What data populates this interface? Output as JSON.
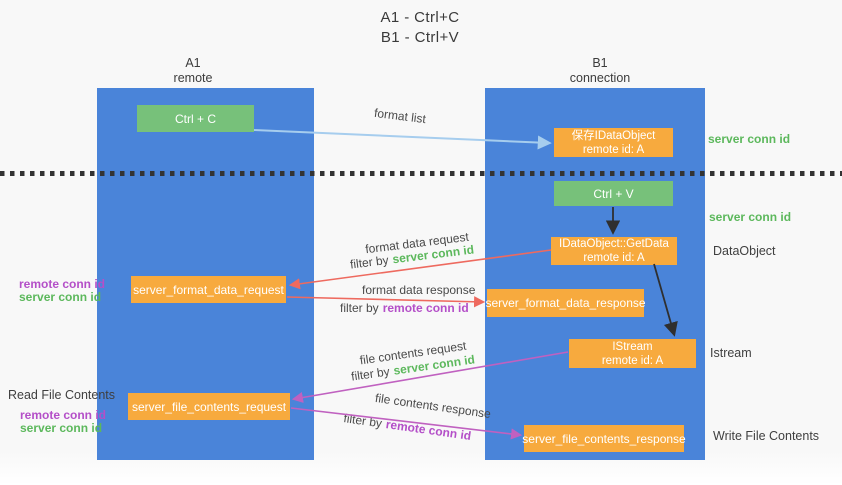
{
  "title": {
    "line1": "A1 - Ctrl+C",
    "line2": "B1 - Ctrl+V"
  },
  "lanes": {
    "a1": {
      "name": "A1",
      "role": "remote"
    },
    "b1": {
      "name": "B1",
      "role": "connection"
    }
  },
  "boxes": {
    "ctrl_c": {
      "label": "Ctrl + C"
    },
    "save_idataobject": {
      "line1": "保存IDataObject",
      "line2": "remote id: A"
    },
    "ctrl_v": {
      "label": "Ctrl + V"
    },
    "idataobject_getdata": {
      "line1": "IDataObject::GetData",
      "line2": "remote id: A"
    },
    "server_format_data_request": {
      "label": "server_format_data_request"
    },
    "server_format_data_response": {
      "label": "server_format_data_response"
    },
    "istream": {
      "line1": "IStream",
      "line2": "remote id: A"
    },
    "server_file_contents_request": {
      "label": "server_file_contents_request"
    },
    "server_file_contents_response": {
      "label": "server_file_contents_response"
    }
  },
  "side_labels": {
    "right": {
      "server_conn_id_top": "server conn id",
      "server_conn_id_mid": "server conn id",
      "dataobject": "DataObject",
      "istream": "Istream",
      "write_file_contents": "Write File Contents"
    },
    "left": {
      "remote_conn_id_top": "remote conn id",
      "server_conn_id_top": "server conn id",
      "read_file_contents": "Read File Contents",
      "remote_conn_id_bottom": "remote conn id",
      "server_conn_id_bottom": "server conn id"
    }
  },
  "flow": {
    "format_list": "format list",
    "format_data_request": "format data request",
    "format_data_request_filter": {
      "prefix": "filter by",
      "key": "server conn id"
    },
    "format_data_response": "format data response",
    "format_data_response_filter": {
      "prefix": "filter by",
      "key": "remote conn id"
    },
    "file_contents_request": "file contents request",
    "file_contents_request_filter": {
      "prefix": "filter by",
      "key": "server conn id"
    },
    "file_contents_response": "file contents response",
    "file_contents_response_filter": {
      "prefix": "filter by",
      "key": "remote conn id"
    }
  },
  "colors": {
    "column": "#4a84d9",
    "green_box": "#77c17a",
    "orange_box": "#f7aa3e",
    "arrow_light_blue": "#a6cdee",
    "arrow_red": "#ee6a5f",
    "arrow_magenta": "#c061c0",
    "arrow_black": "#2f2f2f",
    "text_green": "#5cb85c",
    "text_purple": "#b44fc8",
    "text_dark": "#3f3f3f"
  }
}
